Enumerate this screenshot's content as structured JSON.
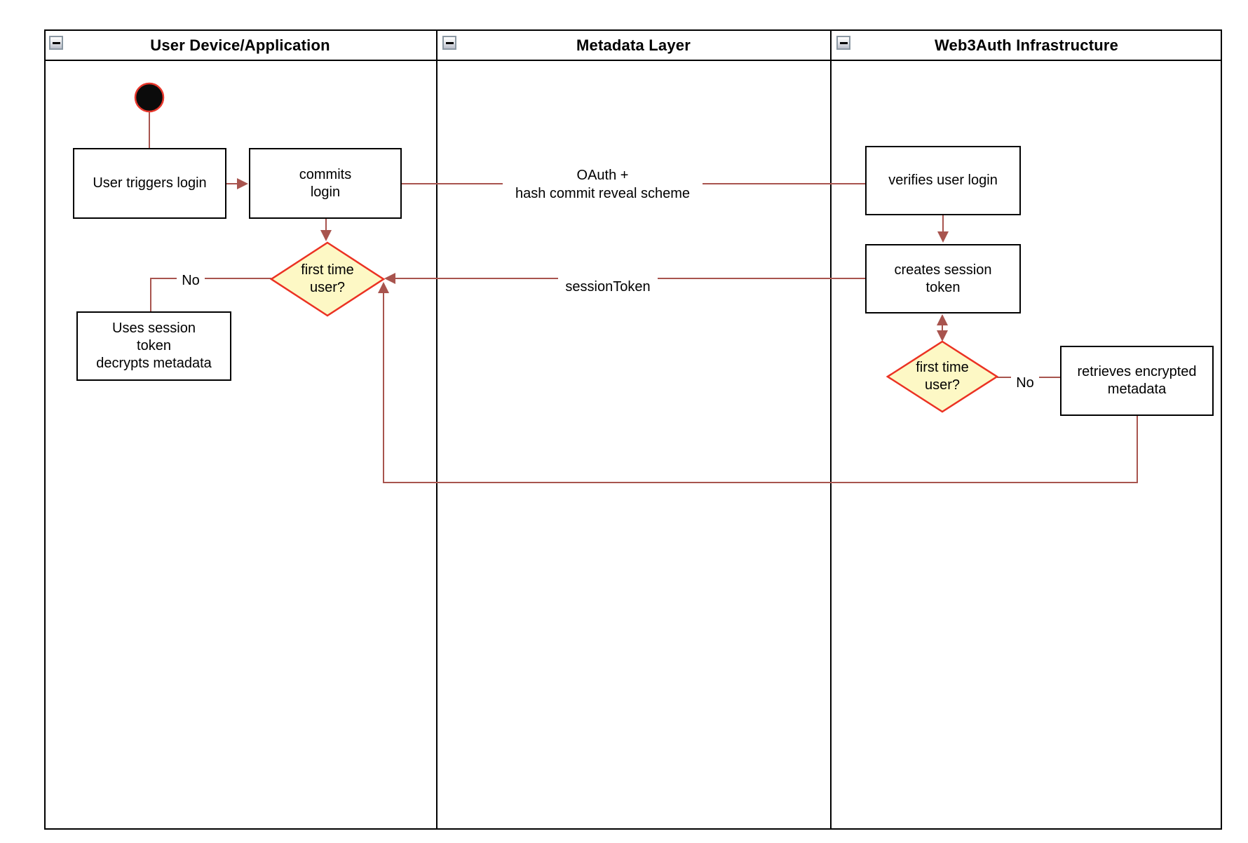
{
  "lanes": [
    {
      "title": "User Device/Application"
    },
    {
      "title": "Metadata Layer"
    },
    {
      "title": "Web3Auth Infrastructure"
    }
  ],
  "nodes": {
    "user_triggers_login": {
      "label": "User triggers login"
    },
    "commits_login": {
      "label": "commits\nlogin"
    },
    "verifies_user_login": {
      "label": "verifies user login"
    },
    "creates_session_token": {
      "label": "creates session\ntoken"
    },
    "uses_session_token": {
      "label": "Uses session\ntoken\ndecrypts metadata"
    },
    "retrieves_encrypted_metadata": {
      "label": "retrieves encrypted\nmetadata"
    },
    "decision_left": {
      "label": "first time\nuser?"
    },
    "decision_right": {
      "label": "first time\nuser?"
    }
  },
  "edge_labels": {
    "oauth": "OAuth +\nhash commit reveal scheme",
    "session_token": "sessionToken",
    "no_left": "No",
    "no_right": "No"
  },
  "colors": {
    "edge": "#A8544E",
    "decision_border": "#EB3223",
    "decision_fill": "#FDF8C5",
    "start_fill": "#0B0B0B",
    "start_border": "#E8382D",
    "node_border": "#000000",
    "node_fill": "#FFFFFF"
  }
}
